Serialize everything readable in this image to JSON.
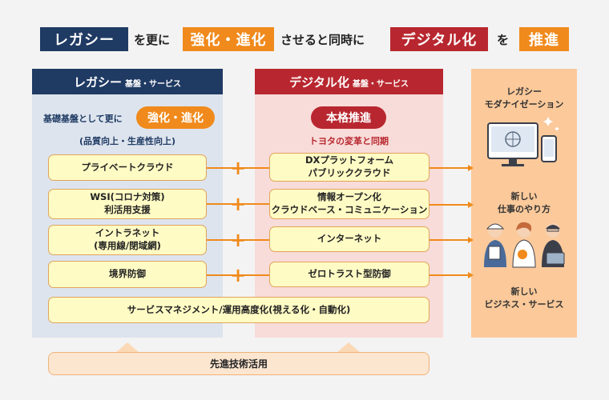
{
  "headline": {
    "legacy": "レガシー",
    "t1": "を更に",
    "strengthen": "強化・進化",
    "t2": "させると同時に",
    "digital": "デジタル化",
    "t3": "を",
    "promote": "推進"
  },
  "legacy_column": {
    "title": "レガシー",
    "subtitle": "基盤・サービス",
    "intro": "基礎基盤として更に",
    "pill": "強化・進化",
    "sub": "(品質向上・生産性向上)",
    "items": [
      [
        "プライベートクラウド"
      ],
      [
        "WSI(コロナ対策)",
        "利活用支援"
      ],
      [
        "イントラネット",
        "(専用線/閉域網)"
      ],
      [
        "境界防御"
      ]
    ],
    "wide_item": "サービスマネジメント/運用高度化(視える化・自動化)"
  },
  "digital_column": {
    "title": "デジタル化",
    "subtitle": "基盤・サービス",
    "pill": "本格推進",
    "sub": "トヨタの変革と同期",
    "items": [
      [
        "DXプラットフォーム",
        "パブリッククラウド"
      ],
      [
        "情報オープン化",
        "クラウドベース・コミュニケーション"
      ],
      [
        "インターネット"
      ],
      [
        "ゼロトラスト型防御"
      ]
    ]
  },
  "plus_symbol": "+",
  "outcomes": [
    [
      "レガシー",
      "モダナイゼーション"
    ],
    [
      "新しい",
      "仕事のやり方"
    ],
    [
      "新しい",
      "ビジネス・サービス"
    ]
  ],
  "footer": "先進技術活用",
  "colors": {
    "navy": "#1f3a63",
    "orange": "#f08a1c",
    "red": "#b8272f",
    "legacy_bg": "#dde4ee",
    "digital_bg": "#f8dcd9",
    "outcome_bg": "#fbc99a",
    "yellow_box": "#fffbc4"
  }
}
